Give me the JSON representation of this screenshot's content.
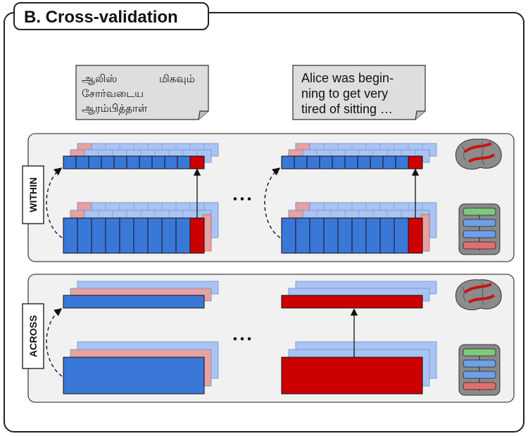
{
  "title": "B. Cross-validation",
  "notes": {
    "tamil": [
      "ஆலிஸ்",
      "மிகவும்",
      "சோர்வடைய",
      "ஆரம்பித்தாள்"
    ],
    "english": [
      "Alice was begin-",
      "ning to get very",
      "tired of sitting …"
    ]
  },
  "panels": {
    "within": {
      "label": "WITHIN"
    },
    "across": {
      "label": "ACROSS"
    }
  },
  "ellipsis": "• • •",
  "colors": {
    "blue": "#3a78d8",
    "light_blue": "#a9c4f2",
    "red": "#cc0000",
    "light_red": "#e8a0a0",
    "panel_bg": "#f1f1f1",
    "note_bg": "#dedede",
    "green": "#7fc97f"
  },
  "icons": [
    "brain-icon",
    "model-stack-icon"
  ]
}
